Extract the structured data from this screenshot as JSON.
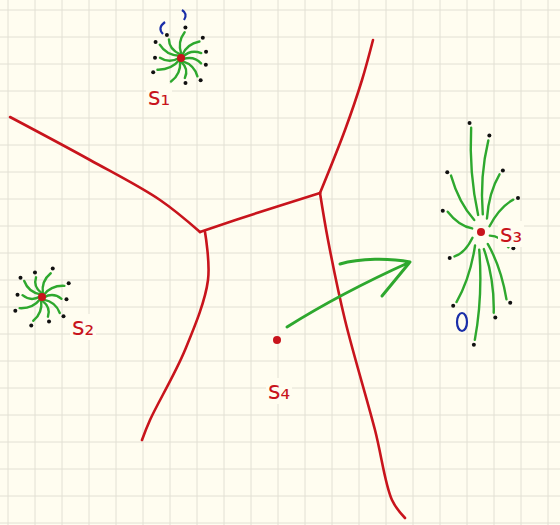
{
  "diagram": {
    "labels": [
      "s₁",
      "s₂",
      "s₃",
      "s₄"
    ]
  }
}
